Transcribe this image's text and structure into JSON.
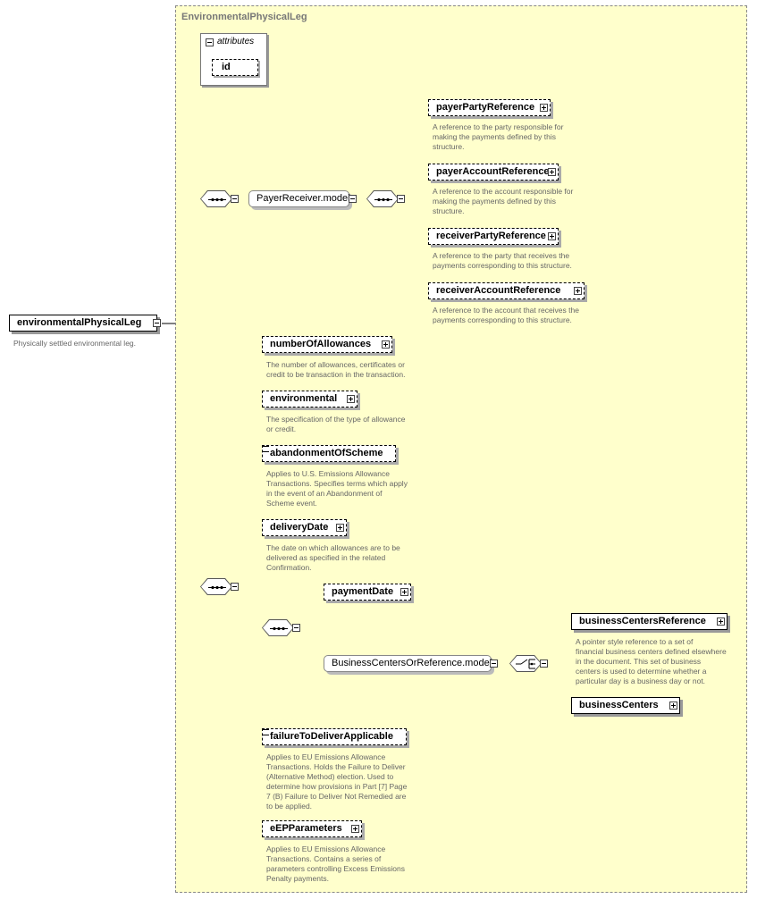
{
  "type_title": "EnvironmentalPhysicalLeg",
  "attributes": {
    "label": "attributes",
    "id": "id"
  },
  "root": {
    "name": "environmentalPhysicalLeg",
    "doc": "Physically settled environmental leg."
  },
  "payer_receiver": {
    "group": "PayerReceiver.model",
    "elements": [
      {
        "name": "payerPartyReference",
        "doc": [
          "A reference to the party responsible for",
          "making the payments defined by this",
          "structure."
        ]
      },
      {
        "name": "payerAccountReference",
        "doc": [
          "A reference to the account responsible for",
          "making the payments defined by this",
          "structure."
        ]
      },
      {
        "name": "receiverPartyReference",
        "doc": [
          "A reference to the party that receives the",
          "payments corresponding to this structure."
        ]
      },
      {
        "name": "receiverAccountReference",
        "doc": [
          "A reference to the account that receives the",
          "payments corresponding to this structure."
        ]
      }
    ]
  },
  "elements": [
    {
      "name": "numberOfAllowances",
      "doc": [
        "The number of allowances, certificates or",
        "credit to be transaction in the transaction."
      ]
    },
    {
      "name": "environmental",
      "doc": [
        "The specification of the type of allowance",
        "or credit."
      ]
    },
    {
      "name": "abandonmentOfScheme",
      "doc": [
        "Applies to U.S. Emissions Allowance",
        "Transactions. Specifies terms which apply",
        "in the event of an Abandonment of",
        "Scheme event."
      ]
    },
    {
      "name": "deliveryDate",
      "doc": [
        "The date on which allowances are to be",
        "delivered as specified in the related",
        "Confirmation."
      ]
    },
    {
      "name": "failureToDeliverApplicable",
      "doc": [
        "Applies to EU Emissions Allowance",
        "Transactions. Holds the Failure to Deliver",
        "(Alternative Method) election. Used to",
        "determine how provisions in Part [7] Page",
        "7 (B) Failure to Deliver Not Remedied are",
        "to be applied."
      ]
    },
    {
      "name": "eEPParameters",
      "doc": [
        "Applies to EU Emissions Allowance",
        "Transactions. Contains a series of",
        "parameters controlling Excess Emissions",
        "Penalty payments."
      ]
    }
  ],
  "payment": {
    "name": "paymentDate",
    "group": "BusinessCentersOrReference.model",
    "choice": [
      {
        "name": "businessCentersReference",
        "doc": [
          "A pointer style reference to a set of",
          "financial business centers defined elsewhere",
          "in the document. This set of business",
          "centers is used to determine whether a",
          "particular day is a business day or not."
        ]
      },
      {
        "name": "businessCenters",
        "doc": []
      }
    ]
  }
}
